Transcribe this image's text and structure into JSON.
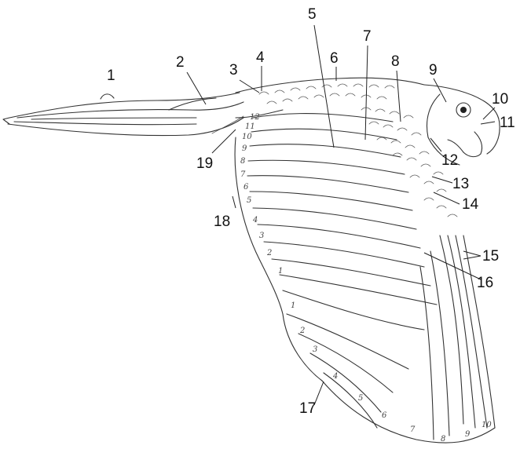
{
  "callouts": [
    "1",
    "2",
    "3",
    "4",
    "5",
    "6",
    "7",
    "8",
    "9",
    "10",
    "11",
    "12",
    "13",
    "14",
    "15",
    "16",
    "17",
    "18",
    "19"
  ],
  "primary_digits": [
    "1",
    "2",
    "3",
    "4",
    "5",
    "6",
    "7",
    "8",
    "9",
    "10"
  ],
  "secondary_digits": [
    "1",
    "2",
    "3",
    "4",
    "5",
    "6",
    "7",
    "8",
    "9",
    "10",
    "11",
    "12"
  ]
}
